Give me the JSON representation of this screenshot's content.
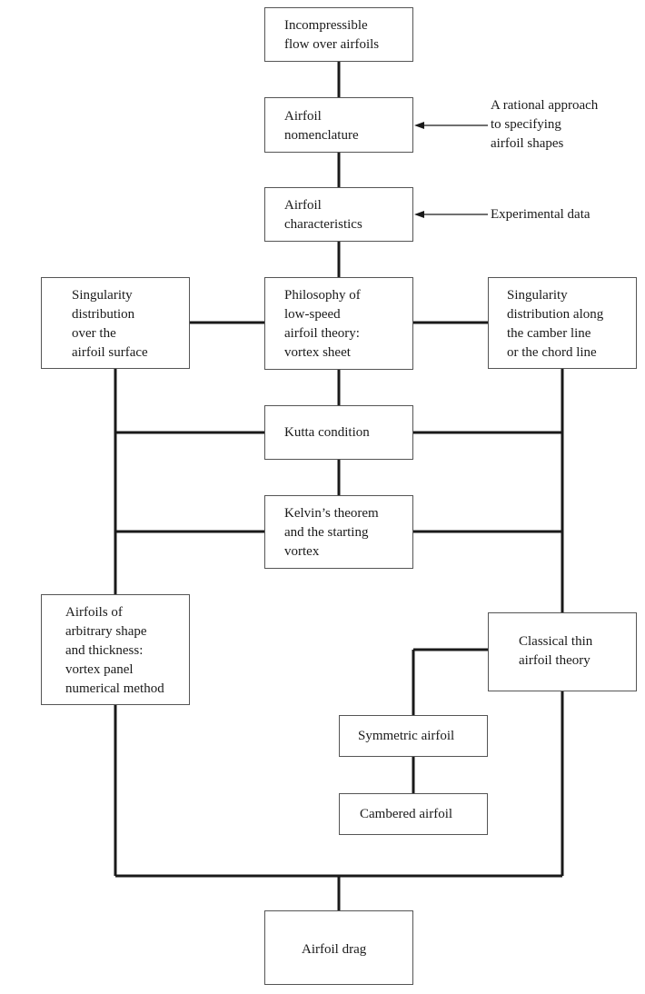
{
  "nodes": {
    "incompressible": [
      "Incompressible",
      "flow over airfoils"
    ],
    "nomenclature": [
      "Airfoil",
      "nomenclature"
    ],
    "characteristics": [
      "Airfoil",
      "characteristics"
    ],
    "philosophy": [
      "Philosophy of",
      "low-speed",
      "airfoil theory:",
      "vortex sheet"
    ],
    "singularity_surface": [
      "Singularity",
      "distribution",
      "over the",
      "airfoil surface"
    ],
    "singularity_camber": [
      "Singularity",
      "distribution along",
      "the camber line",
      "or the chord line"
    ],
    "kutta": [
      "Kutta condition"
    ],
    "kelvin": [
      "Kelvin’s theorem",
      "and the starting",
      "vortex"
    ],
    "arbitrary": [
      "Airfoils of",
      "arbitrary shape",
      "and thickness:",
      "vortex panel",
      "numerical method"
    ],
    "thin_airfoil": [
      "Classical thin",
      "airfoil theory"
    ],
    "symmetric": [
      "Symmetric airfoil"
    ],
    "cambered": [
      "Cambered airfoil"
    ],
    "drag": [
      "Airfoil drag"
    ]
  },
  "annotations": {
    "rational": [
      "A rational approach",
      "to specifying",
      "airfoil shapes"
    ],
    "experimental": [
      "Experimental data"
    ]
  }
}
